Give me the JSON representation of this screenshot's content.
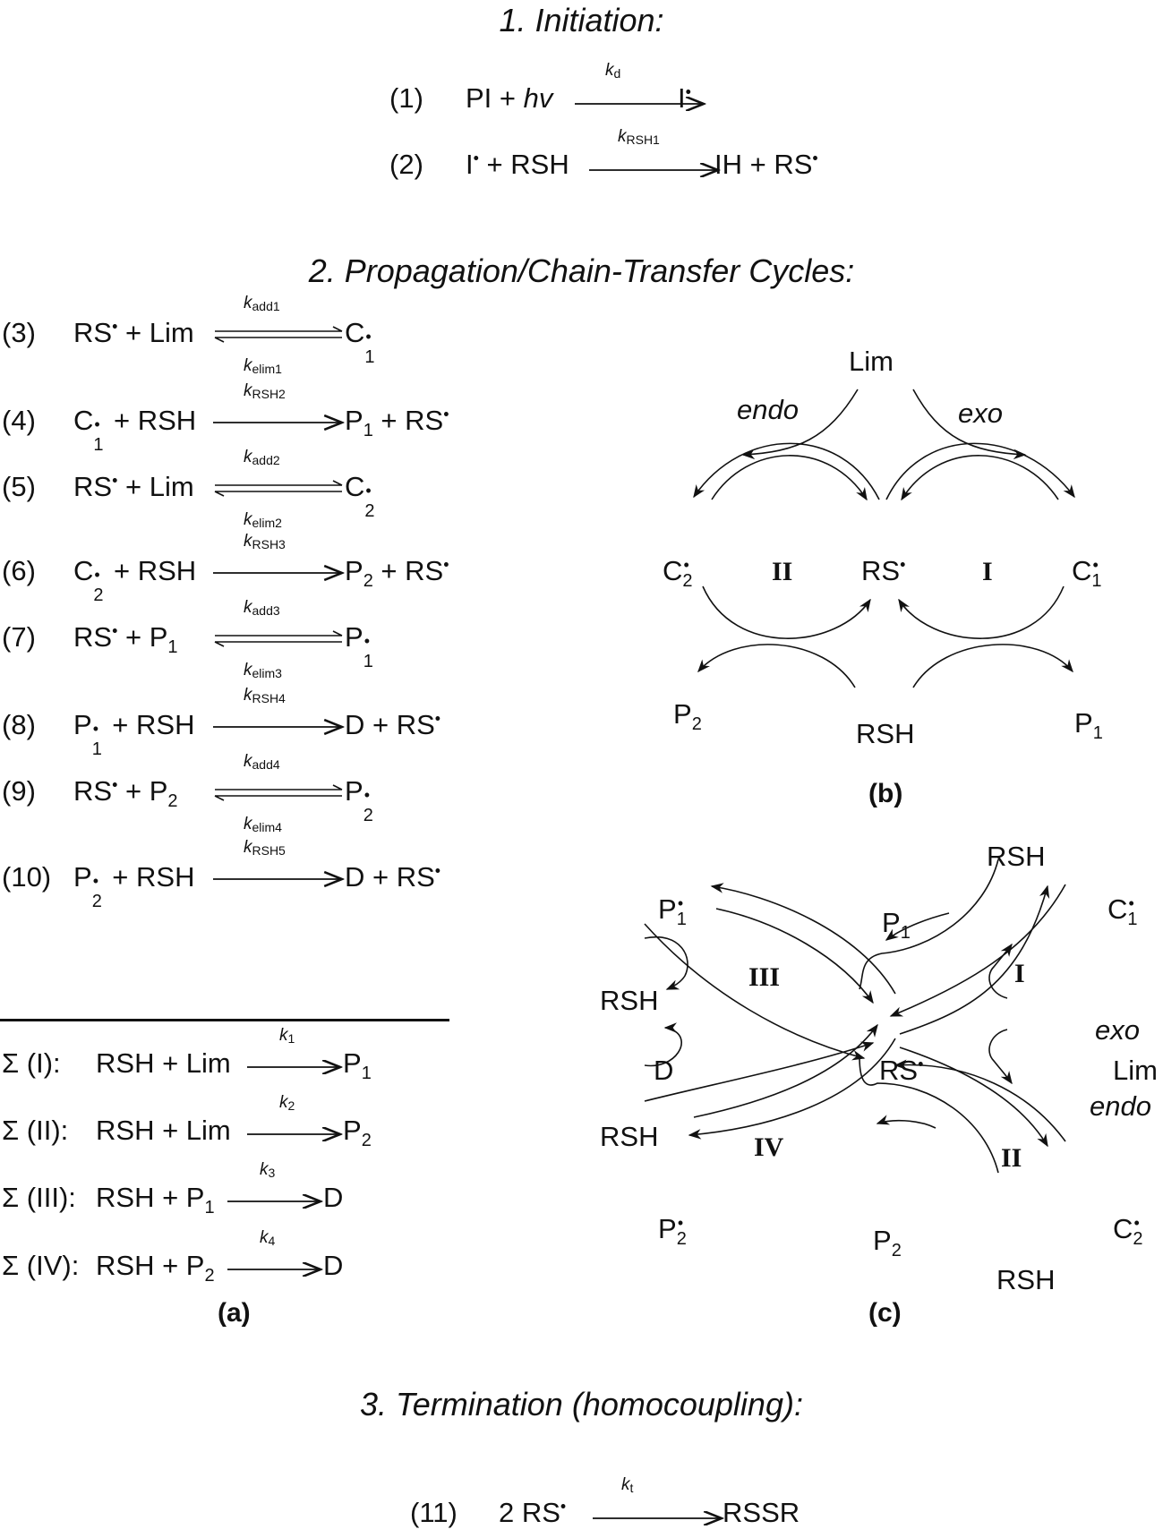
{
  "sections": {
    "initiation": "1. Initiation:",
    "propagation": "2. Propagation/Chain-Transfer Cycles:",
    "termination": "3. Termination (homocoupling):"
  },
  "initiation": [
    {
      "num": "(1)",
      "left": "PI + hv",
      "k": "k",
      "ksub": "d",
      "right": "I•"
    },
    {
      "num": "(2)",
      "left": "I• + RSH",
      "k": "k",
      "ksub": "RSH1",
      "right": "IH + RS•"
    }
  ],
  "propagation": [
    {
      "num": "(3)",
      "left": "RS• + Lim",
      "k_top": "add1",
      "k_bottom": "elim1",
      "right": "C1•",
      "arrow": "equilibrium"
    },
    {
      "num": "(4)",
      "left": "C1• + RSH",
      "k_top": "RSH2",
      "right": "P1 + RS•",
      "arrow": "forward"
    },
    {
      "num": "(5)",
      "left": "RS• + Lim",
      "k_top": "add2",
      "k_bottom": "elim2",
      "right": "C2•",
      "arrow": "equilibrium"
    },
    {
      "num": "(6)",
      "left": "C2• + RSH",
      "k_top": "RSH3",
      "right": "P2 + RS•",
      "arrow": "forward"
    },
    {
      "num": "(7)",
      "left": "RS• + P1",
      "k_top": "add3",
      "k_bottom": "elim3",
      "right": "P1•",
      "arrow": "equilibrium"
    },
    {
      "num": "(8)",
      "left": "P1• + RSH",
      "k_top": "RSH4",
      "right": "D + RS•",
      "arrow": "forward"
    },
    {
      "num": "(9)",
      "left": "RS• + P2",
      "k_top": "add4",
      "k_bottom": "elim4",
      "right": "P2•",
      "arrow": "equilibrium"
    },
    {
      "num": "(10)",
      "left": "P2• + RSH",
      "k_top": "RSH5",
      "right": "D + RS•",
      "arrow": "forward"
    }
  ],
  "sums": [
    {
      "label": "Σ (I):",
      "left": "RSH + Lim",
      "k": "1",
      "right": "P1"
    },
    {
      "label": "Σ (II):",
      "left": "RSH + Lim",
      "k": "2",
      "right": "P2"
    },
    {
      "label": "Σ (III):",
      "left": "RSH + P1",
      "k": "3",
      "right": "D"
    },
    {
      "label": "Σ (IV):",
      "left": "RSH + P2",
      "k": "4",
      "right": "D"
    }
  ],
  "panel_labels": {
    "a": "(a)",
    "b": "(b)",
    "c": "(c)"
  },
  "cycle_b": {
    "lim": "Lim",
    "endo": "endo",
    "exo": "exo",
    "c2": "C2•",
    "rs": "RS•",
    "c1": "C1•",
    "cycle1": "I",
    "cycle2": "II",
    "p2": "P2",
    "rsh": "RSH",
    "p1": "P1"
  },
  "cycle_c": {
    "rs": "RS•",
    "p1r": "P1•",
    "c1": "C1•",
    "p2r": "P2•",
    "c2": "C2•",
    "p1": "P1",
    "p2": "P2",
    "d": "D",
    "lim": "Lim",
    "exo": "exo",
    "endo": "endo",
    "rsh": "RSH",
    "cycle1": "I",
    "cycle2": "II",
    "cycle3": "III",
    "cycle4": "IV"
  },
  "termination": {
    "num": "(11)",
    "left": "2 RS•",
    "k": "k",
    "ksub": "t",
    "right": "RSSR"
  }
}
